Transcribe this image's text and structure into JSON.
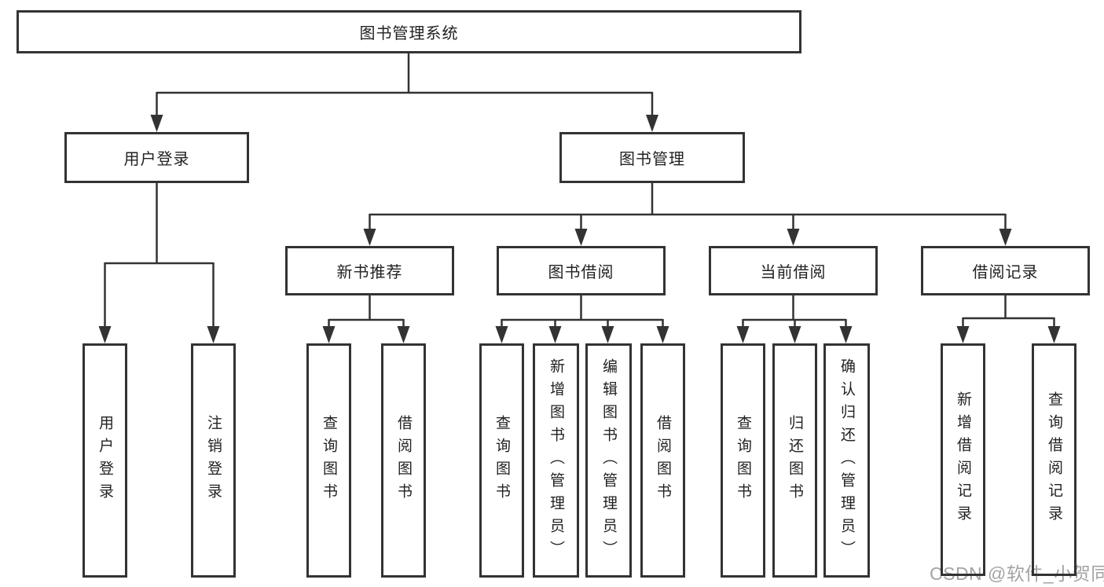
{
  "diagram": {
    "root": {
      "label": "图书管理系统"
    },
    "level2": [
      {
        "label": "用户登录"
      },
      {
        "label": "图书管理"
      }
    ],
    "level3": [
      {
        "label": "新书推荐"
      },
      {
        "label": "图书借阅"
      },
      {
        "label": "当前借阅"
      },
      {
        "label": "借阅记录"
      }
    ],
    "leaves": {
      "user_login": [
        "用户登录",
        "注销登录"
      ],
      "new_book": [
        "查询图书",
        "借阅图书"
      ],
      "book_borrow": [
        "查询图书",
        "新增图书（管理员）",
        "编辑图书（管理员）",
        "借阅图书"
      ],
      "current_borrow": [
        "查询图书",
        "归还图书",
        "确认归还（管理员）"
      ],
      "borrow_records": [
        "新增借阅记录",
        "查询借阅记录"
      ]
    }
  },
  "watermark": "CSDN @软件_小贺同学",
  "colors": {
    "line": "#333333",
    "text": "#222222",
    "background": "#ffffff",
    "watermark": "#a3a3a3"
  }
}
